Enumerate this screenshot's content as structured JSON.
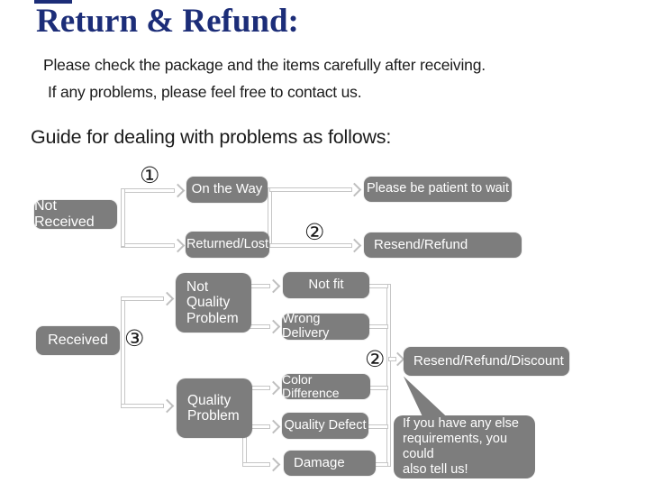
{
  "title": "Return & Refund:",
  "intro": {
    "line1": "Please check the package and the items carefully after receiving.",
    "line2": "If any problems, please feel free to contact us."
  },
  "guide_heading": "Guide for dealing with problems as follows:",
  "colors": {
    "accent_navy": "#1c2d78",
    "node_gray": "#7d7d7d",
    "connector_gray": "#c6c6c6",
    "node_text": "#ffffff",
    "body_text": "#1b1b1b"
  },
  "icons": {
    "arrowhead": "chevron-right"
  },
  "flowchart": {
    "markers": {
      "step1": "①",
      "step2_top": "②",
      "step3": "③",
      "step2_bottom": "②"
    },
    "nodes": {
      "not_received": "Not Received",
      "on_the_way": "On the Way",
      "returned_lost": "Returned/Lost",
      "please_wait": "Please be patient to wait",
      "resend_refund": "Resend/Refund",
      "received": "Received",
      "not_quality_problem": "Not\nQuality\nProblem",
      "quality_problem": "Quality\nProblem",
      "not_fit": "Not fit",
      "wrong_delivery": "Wrong Delivery",
      "color_difference": "Color Difference",
      "quality_defect": "Quality Defect",
      "damage": "Damage",
      "resend_refund_discount": "Resend/Refund/Discount"
    },
    "note_bubble": "If you have any else\nrequirements, you could\nalso tell us!"
  }
}
